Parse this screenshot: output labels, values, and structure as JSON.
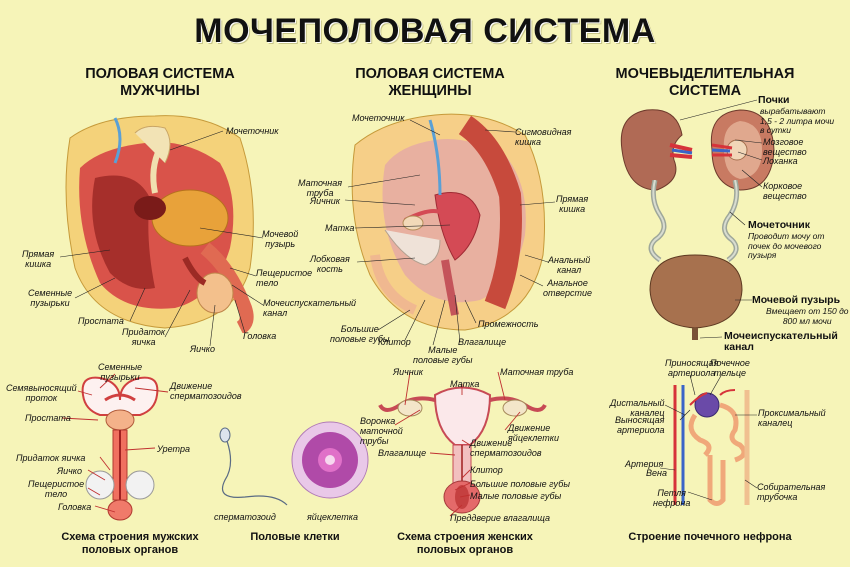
{
  "title": "МОЧЕПОЛОВАЯ СИСТЕМА",
  "sections": {
    "male": [
      "ПОЛОВАЯ СИСТЕМА",
      "МУЖЧИНЫ"
    ],
    "female": [
      "ПОЛОВАЯ СИСТЕМА",
      "ЖЕНЩИНЫ"
    ],
    "urinary": [
      "МОЧЕВЫДЕЛИТЕЛЬНАЯ",
      "СИСТЕМА"
    ]
  },
  "male_labels": {
    "ureter": "Мочеточник",
    "bladder": [
      "Мочевой",
      "пузырь"
    ],
    "rectum": [
      "Прямая",
      "кишка"
    ],
    "cavernous": [
      "Пещеристое",
      "тело"
    ],
    "vesicles": [
      "Семенные",
      "пузырьки"
    ],
    "urethra": [
      "Мочеиспускательный",
      "канал"
    ],
    "prostate": "Простата",
    "epididymis": [
      "Придаток",
      "яичка"
    ],
    "testicle": "Яичко",
    "glans": "Головка"
  },
  "female_labels": {
    "ureter": "Мочеточник",
    "sigmoid": [
      "Сигмовидная",
      "кишка"
    ],
    "tube": [
      "Маточная",
      "труба"
    ],
    "ovary": "Яичник",
    "rectum": [
      "Прямая",
      "кишка"
    ],
    "uterus": "Матка",
    "pubic": [
      "Лобковая",
      "кость"
    ],
    "anal_canal": [
      "Анальный",
      "канал"
    ],
    "anal_opening": [
      "Анальное",
      "отверстие"
    ],
    "perineum": "Промежность",
    "labia_major": [
      "Большие",
      "половые губы"
    ],
    "clitoris": "Клитор",
    "labia_minor": [
      "Малые",
      "половые губы"
    ],
    "vagina": "Влагалище"
  },
  "urinary_labels": {
    "kidneys": "Почки",
    "kidneys_note": [
      "вырабатывают",
      "1,5 - 2 литра мочи",
      "в сутки"
    ],
    "medulla": [
      "Мозговое",
      "вещество"
    ],
    "pelvis": "Лоханка",
    "cortex": [
      "Корковое",
      "вещество"
    ],
    "ureter": "Мочеточник",
    "ureter_note": [
      "Проводит мочу от",
      "почек до мочевого",
      "пузыря"
    ],
    "bladder": "Мочевой пузырь",
    "bladder_note": [
      "Вмещает от 150 до",
      "800 мл мочи"
    ],
    "urethra": [
      "Мочеиспускательный",
      "канал"
    ]
  },
  "male_scheme": {
    "vesicles": [
      "Семенные",
      "пузырьки"
    ],
    "vas": [
      "Семявыносящий",
      "проток"
    ],
    "sperm_move": [
      "Движение",
      "сперматозоидов"
    ],
    "prostate": "Простата",
    "urethra": "Уретра",
    "epididymis": "Придаток яичка",
    "testicle": "Яичко",
    "cavernous": [
      "Пещеристое",
      "тело"
    ],
    "glans": "Головка",
    "caption": [
      "Схема строения мужских",
      "половых органов"
    ]
  },
  "cells": {
    "sperm": "сперматозоид",
    "egg": "яйцеклетка",
    "caption": "Половые клетки"
  },
  "female_scheme": {
    "ovary": "Яичник",
    "uterus": "Матка",
    "tube": "Маточная труба",
    "funnel": [
      "Воронка",
      "маточной",
      "трубы"
    ],
    "egg_move": [
      "Движение",
      "яйцеклетки"
    ],
    "vagina": "Влагалище",
    "sperm_move": [
      "Движение",
      "сперматозоидов"
    ],
    "clitoris": "Клитор",
    "labia_major": "Большие половые губы",
    "labia_minor": "Малые половые губы",
    "vestibule": "Преддверие влагалища",
    "caption": [
      "Схема строения женских",
      "половых органов"
    ]
  },
  "nephron": {
    "afferent": [
      "Приносящая",
      "артериола"
    ],
    "corpuscle": [
      "Почечное",
      "тельце"
    ],
    "distal": [
      "Дистальный",
      "каналец"
    ],
    "efferent": [
      "Выносящая",
      "артериола"
    ],
    "proximal": [
      "Проксимальный",
      "каналец"
    ],
    "artery": "Артерия",
    "vein": "Вена",
    "loop": [
      "Петля",
      "нефрона"
    ],
    "collecting": [
      "Собирательная",
      "трубочка"
    ],
    "caption": "Строение почечного нефрона"
  }
}
